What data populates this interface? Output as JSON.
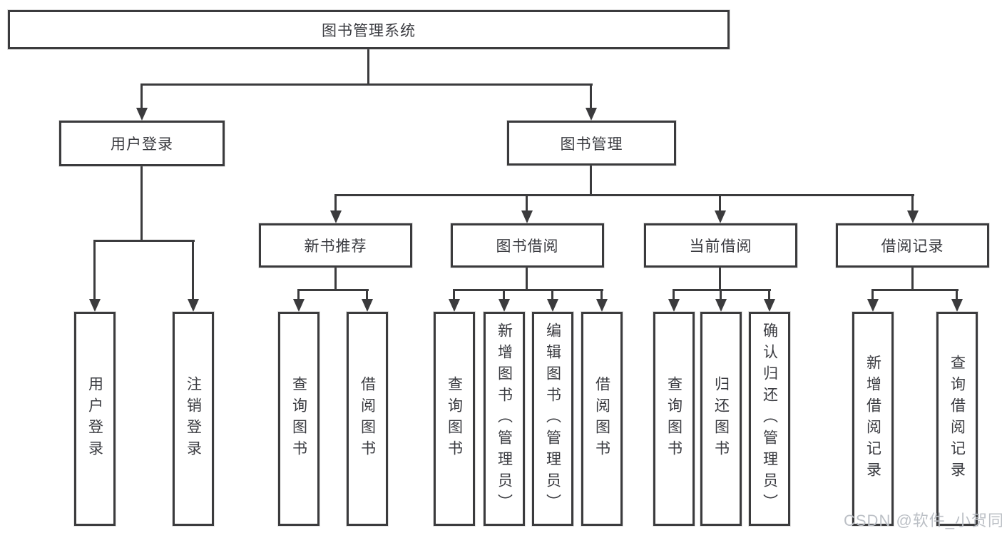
{
  "diagram": {
    "root": {
      "label": "图书管理系统"
    },
    "level2": {
      "user_login": {
        "label": "用户登录"
      },
      "book_management": {
        "label": "图书管理"
      }
    },
    "level3": {
      "new_book_recommend": {
        "label": "新书推荐"
      },
      "book_borrow": {
        "label": "图书借阅"
      },
      "current_borrow": {
        "label": "当前借阅"
      },
      "borrow_records": {
        "label": "借阅记录"
      }
    },
    "leaves": {
      "user_login": [
        "用户登录",
        "注销登录"
      ],
      "new_book_recommend": [
        "查询图书",
        "借阅图书"
      ],
      "book_borrow": [
        "查询图书",
        "新增图书（管理员）",
        "编辑图书（管理员）",
        "借阅图书"
      ],
      "current_borrow": [
        "查询图书",
        "归还图书",
        "确认归还（管理员）"
      ],
      "borrow_records": [
        "新增借阅记录",
        "查询借阅记录"
      ]
    }
  },
  "watermark": {
    "text": "CSDN @软件_小贺同学"
  },
  "colors": {
    "line": "#3b3b3d",
    "text": "#3a3b40",
    "watermark": "#bcc0c6",
    "background": "#ffffff"
  }
}
